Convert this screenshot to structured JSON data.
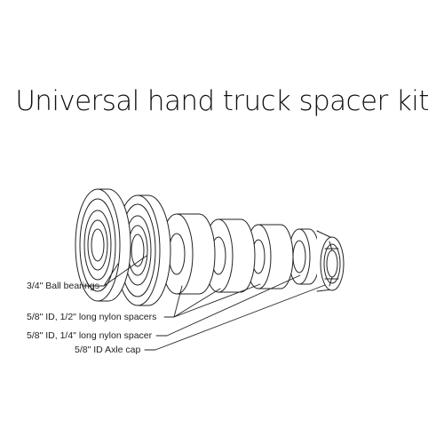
{
  "title": "Universal hand truck spacer kit",
  "labels": [
    "3/4\" Ball bearings",
    "5/8\" ID, 1/2\" long nylon spacers",
    "5/8\" ID, 1/4\" long nylon spacer",
    "5/8\" ID Axle cap"
  ],
  "colors": {
    "line": "#222222",
    "background": "#ffffff"
  }
}
